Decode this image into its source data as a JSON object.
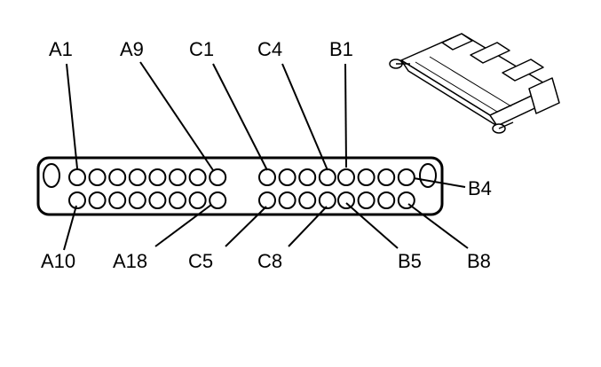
{
  "diagram": {
    "labels": {
      "a1": "A1",
      "a9": "A9",
      "c1": "C1",
      "c4": "C4",
      "b1": "B1",
      "b4": "B4",
      "a10": "A10",
      "a18": "A18",
      "c5": "C5",
      "c8": "C8",
      "b5": "B5",
      "b8": "B8"
    },
    "colors": {
      "line": "#000000",
      "background": "#ffffff"
    }
  }
}
